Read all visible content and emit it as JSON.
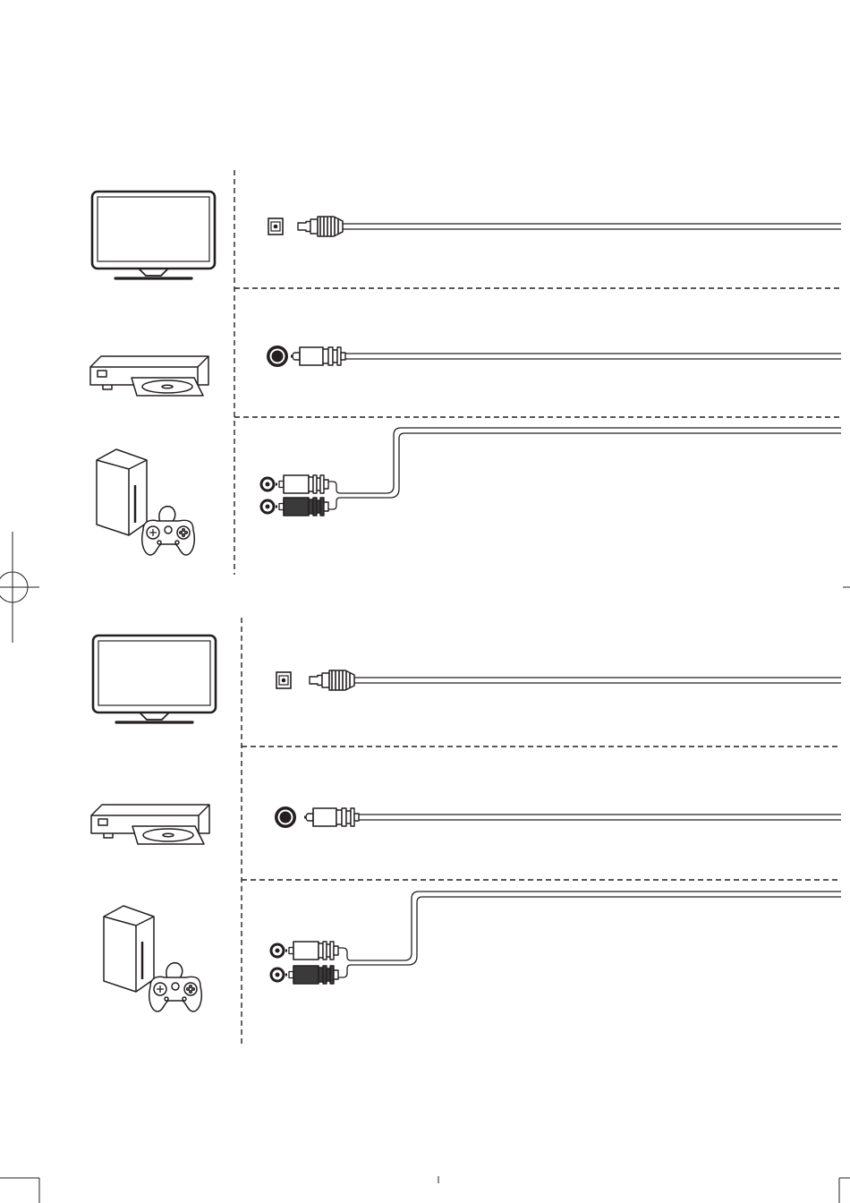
{
  "colors": {
    "line": "#231f20",
    "plug_dark": "#3a3a3a",
    "plug_light": "#ffffff",
    "background": "#ffffff"
  },
  "panels": [
    {
      "rows": [
        {
          "device": "tv-icon",
          "connection": "optical",
          "jack": "optical-jack-icon",
          "plug": "optical-plug-icon"
        },
        {
          "device": "disc-player-icon",
          "connection": "coaxial",
          "jack": "coaxial-jack-icon",
          "plug": "coaxial-plug-icon"
        },
        {
          "device": "game-console-icon",
          "connection": "rca-stereo",
          "jack": "rca-jack-icon",
          "plug": "rca-plug-icon"
        }
      ]
    },
    {
      "rows": [
        {
          "device": "tv-icon",
          "connection": "optical",
          "jack": "optical-jack-icon",
          "plug": "optical-plug-icon"
        },
        {
          "device": "disc-player-icon",
          "connection": "coaxial",
          "jack": "coaxial-jack-icon",
          "plug": "coaxial-plug-icon"
        },
        {
          "device": "game-console-icon",
          "connection": "rca-stereo",
          "jack": "rca-jack-icon",
          "plug": "rca-plug-icon"
        }
      ]
    }
  ],
  "print_marks": [
    "registration-mark-icon",
    "crop-mark-icon"
  ]
}
